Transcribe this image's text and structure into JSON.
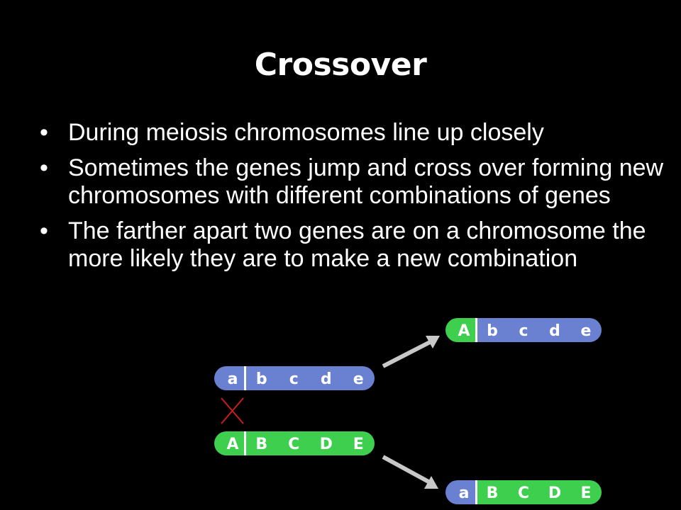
{
  "slide": {
    "title": "Crossover",
    "bullets": [
      {
        "symbol": "•",
        "text": "During meiosis chromosomes line up closely"
      },
      {
        "symbol": "•",
        "text": "Sometimes the genes jump and cross over forming new chromosomes with different combinations of genes"
      },
      {
        "symbol": "•",
        "text": "The farther apart two genes are on a chromosome the more likely they are to make a new combination"
      }
    ]
  },
  "colors": {
    "background": "#000000",
    "text": "#ffffff",
    "chromosome_blue": "#6a80d0",
    "chromosome_green": "#3fcf4f",
    "arrow": "#c8c8c8",
    "cross_mark": "#c81e1e"
  },
  "diagram": {
    "chromosomes": [
      {
        "name": "top-result",
        "genes": [
          "A",
          "b",
          "c",
          "d",
          "e"
        ],
        "colors": [
          "green",
          "blue",
          "blue",
          "blue",
          "blue"
        ]
      },
      {
        "name": "parent-lower",
        "genes": [
          "a",
          "b",
          "c",
          "d",
          "e"
        ],
        "colors": [
          "blue",
          "blue",
          "blue",
          "blue",
          "blue"
        ]
      },
      {
        "name": "parent-upper",
        "genes": [
          "A",
          "B",
          "C",
          "D",
          "E"
        ],
        "colors": [
          "green",
          "green",
          "green",
          "green",
          "green"
        ]
      },
      {
        "name": "bottom-result",
        "genes": [
          "a",
          "B",
          "C",
          "D",
          "E"
        ],
        "colors": [
          "blue",
          "green",
          "green",
          "green",
          "green"
        ]
      }
    ]
  }
}
